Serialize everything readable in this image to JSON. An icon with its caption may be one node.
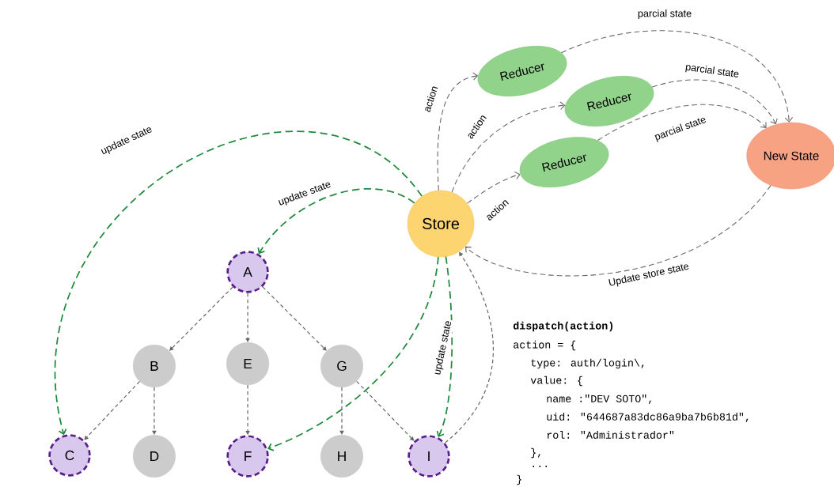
{
  "diagram": {
    "nodes": [
      {
        "text": [
          "Store"
        ]
      },
      {
        "text": [
          "Reducer"
        ]
      },
      {
        "text": [
          "Reducer"
        ]
      },
      {
        "text": [
          "Reducer"
        ]
      },
      {
        "text": [
          "New State"
        ]
      },
      {
        "text": [
          "A"
        ]
      },
      {
        "text": [
          "B"
        ]
      },
      {
        "text": [
          "E"
        ]
      },
      {
        "text": [
          "G"
        ]
      },
      {
        "text": [
          "C"
        ]
      },
      {
        "text": [
          "D"
        ]
      },
      {
        "text": [
          "F"
        ]
      },
      {
        "text": [
          "H"
        ]
      },
      {
        "text": [
          "I"
        ]
      }
    ],
    "edges": [
      {
        "from": 0,
        "to": 9,
        "arrow": "to",
        "label": "update state",
        "color": "#1e8a3c"
      },
      {
        "from": 0,
        "to": 5,
        "arrow": "to",
        "label": "update state",
        "color": "#1e8a3c"
      },
      {
        "from": 0,
        "to": 11,
        "arrow": "to",
        "color": "#1e8a3c"
      },
      {
        "from": 0,
        "to": 13,
        "arrow": "to",
        "label": "update state",
        "color": "#1e8a3c"
      },
      {
        "from": 13,
        "to": 0,
        "arrow": "to"
      },
      {
        "from": 0,
        "to": 1,
        "arrow": "to",
        "label": "action"
      },
      {
        "from": 0,
        "to": 2,
        "arrow": "to",
        "label": "action"
      },
      {
        "from": 0,
        "to": 3,
        "arrow": "to",
        "label": "action"
      },
      {
        "from": 1,
        "to": 4,
        "arrow": "to",
        "label": "parcial state"
      },
      {
        "from": 2,
        "to": 4,
        "arrow": "to",
        "label": "parcial state"
      },
      {
        "from": 3,
        "to": 4,
        "arrow": "to",
        "label": "parcial state"
      },
      {
        "from": 4,
        "to": 0,
        "arrow": "to",
        "label": "Update store state"
      },
      {
        "from": 5,
        "to": 6,
        "arrow": "to"
      },
      {
        "from": 5,
        "to": 7,
        "arrow": "to"
      },
      {
        "from": 5,
        "to": 8,
        "arrow": "to"
      },
      {
        "from": 6,
        "to": 9,
        "arrow": "to"
      },
      {
        "from": 6,
        "to": 10,
        "arrow": "to"
      },
      {
        "from": 7,
        "to": 11,
        "arrow": "to"
      },
      {
        "from": 8,
        "to": 12,
        "arrow": "to"
      },
      {
        "from": 8,
        "to": 13,
        "arrow": "to"
      }
    ],
    "labels": [
      "dispatch(action)",
      "action = {",
      "type: auth/login\\,",
      "value: {",
      "name :\"DEV SOTO\",",
      "uid: \"644687a83dc86a9ba7b6b81d\",",
      "rol: \"Administrador\"",
      "},",
      "...",
      "}"
    ]
  }
}
